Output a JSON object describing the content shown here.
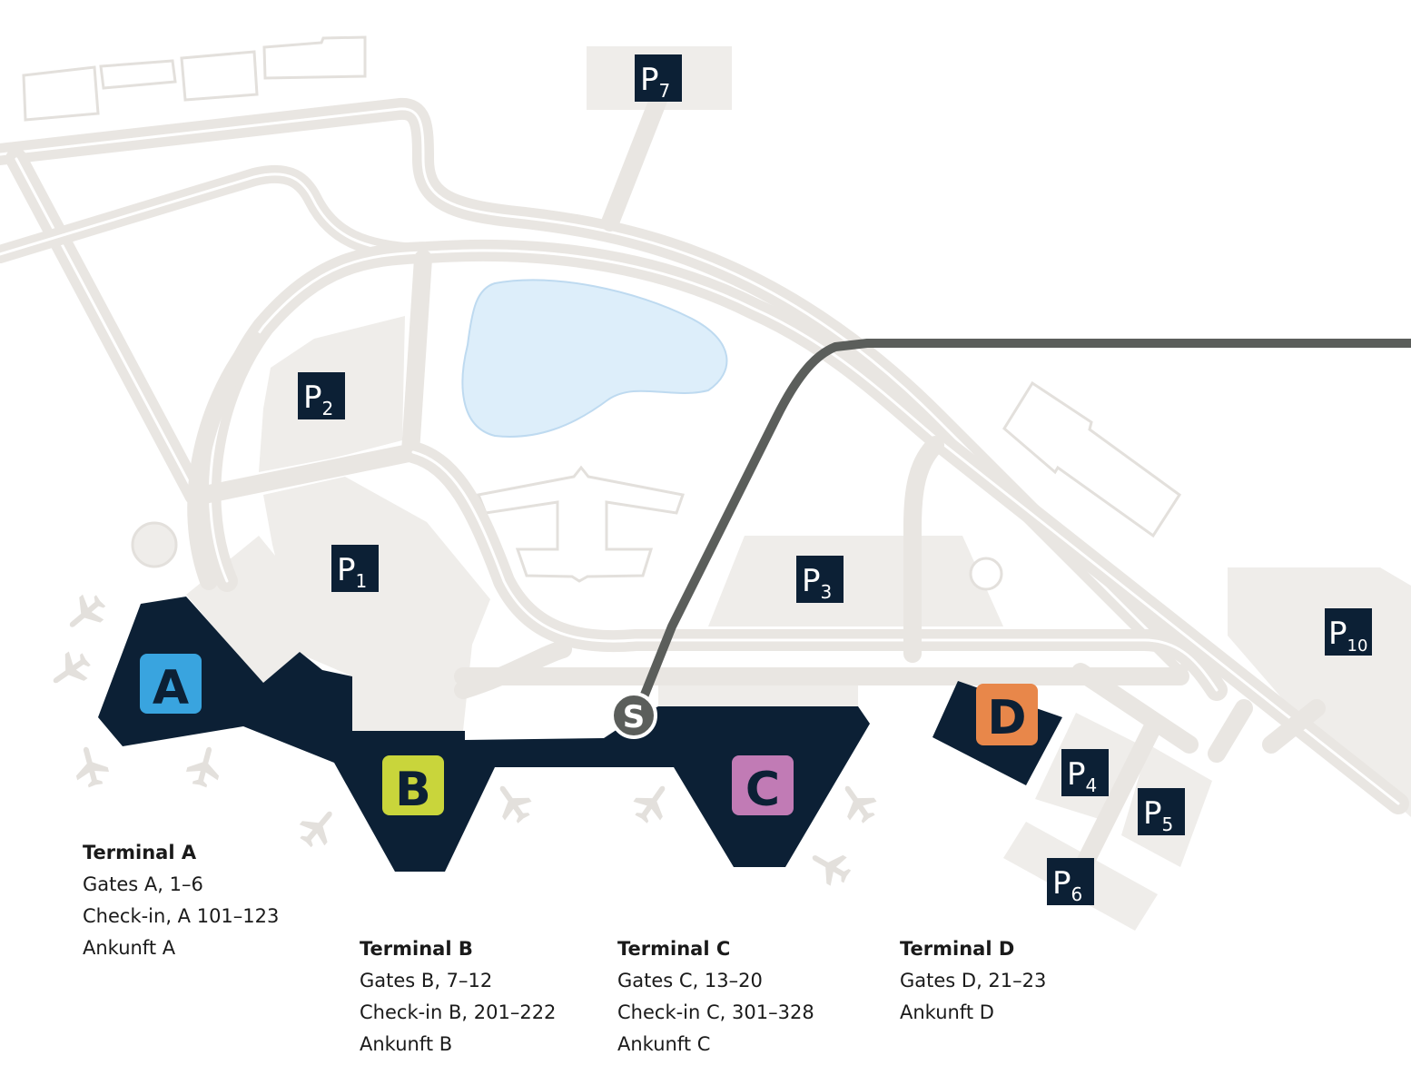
{
  "colors": {
    "terminal_dark": "#0c2035",
    "badge_a": "#39a4df",
    "badge_b": "#c9d53b",
    "badge_c": "#c17bb5",
    "badge_d": "#e8874a",
    "road": "#e9e6e2",
    "area": "#efedea",
    "lake": "#ddeefa",
    "rail": "#5b5e5b"
  },
  "terminals": [
    {
      "letter": "A",
      "title": "Terminal A",
      "lines": [
        "Gates A, 1–6",
        "Check-in, A 101–123",
        "Ankunft A"
      ]
    },
    {
      "letter": "B",
      "title": "Terminal B",
      "lines": [
        "Gates B, 7–12",
        "Check-in B, 201–222",
        "Ankunft B"
      ]
    },
    {
      "letter": "C",
      "title": "Terminal C",
      "lines": [
        "Gates C, 13–20",
        "Check-in C, 301–328",
        "Ankunft C"
      ]
    },
    {
      "letter": "D",
      "title": "Terminal D",
      "lines": [
        "Gates D, 21–23",
        "Ankunft D"
      ]
    }
  ],
  "parking": [
    {
      "label": "P",
      "num": "1"
    },
    {
      "label": "P",
      "num": "2"
    },
    {
      "label": "P",
      "num": "3"
    },
    {
      "label": "P",
      "num": "4"
    },
    {
      "label": "P",
      "num": "5"
    },
    {
      "label": "P",
      "num": "6"
    },
    {
      "label": "P",
      "num": "7"
    },
    {
      "label": "P",
      "num": "10"
    }
  ],
  "sbahn": {
    "label": "S",
    "icon": "s-bahn-icon"
  },
  "icons": {
    "plane": "airplane-icon"
  }
}
